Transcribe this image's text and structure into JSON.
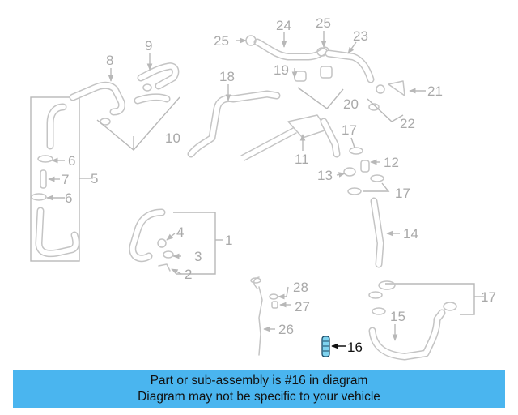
{
  "callouts": {
    "c1": "1",
    "c2": "2",
    "c3": "3",
    "c4": "4",
    "c5": "5",
    "c6a": "6",
    "c6b": "6",
    "c7": "7",
    "c8": "8",
    "c9": "9",
    "c10": "10",
    "c11": "11",
    "c12": "12",
    "c13": "13",
    "c14": "14",
    "c15": "15",
    "c16": "16",
    "c17a": "17",
    "c17b": "17",
    "c17c": "17",
    "c18": "18",
    "c19": "19",
    "c20": "20",
    "c21": "21",
    "c22": "22",
    "c23": "23",
    "c24": "24",
    "c25a": "25",
    "c25b": "25",
    "c26": "26",
    "c27": "27",
    "c28": "28"
  },
  "highlight": {
    "part_number": "16",
    "color": "#7fd3ef"
  },
  "banner": {
    "line1": "Part or sub-assembly is #16 in diagram",
    "line2": "Diagram may not be specific to your vehicle",
    "background": "#4ab5ef"
  }
}
